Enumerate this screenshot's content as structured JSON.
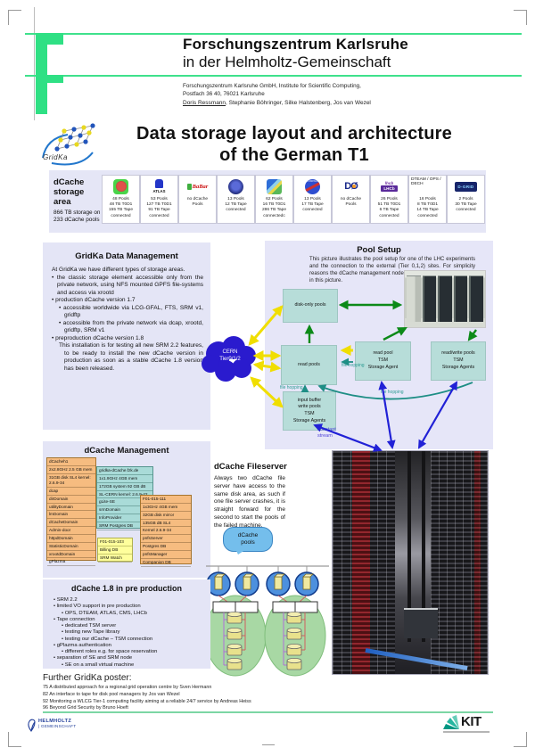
{
  "header": {
    "org_line1": "Forschungszentrum Karlsruhe",
    "org_line2": "in der Helmholtz-Gemeinschaft",
    "address": "Forschungszentrum Karlsruhe GmbH, Institute for Scientific Computing,\nPostfach 36 40, 76021 Karlsruhe",
    "author_underlined": "Doris Ressmann",
    "authors_rest": ", Stephanie Böhringer, Silke Halstenberg, Jos van Wezel"
  },
  "title": {
    "line1": "Data storage layout and architecture",
    "line2": "of the German T1",
    "logo_text": "GridKa"
  },
  "storage_area": {
    "heading": "dCache\nstorage area",
    "subtitle": "866 TB storage on\n233 dCache pools",
    "experiments": [
      {
        "name": "ALICE",
        "stats": "48 Pools\n48 TB T0D1\n155 TB Tape\nconnected"
      },
      {
        "name": "ATLAS",
        "logo_text": "ATLAS",
        "stats": "53 Pools\n127 TB T0D1\n91 TB Tape\nconnected"
      },
      {
        "name": "BaBar",
        "logo_text": "BaBar",
        "stats": "no dCache\nPools"
      },
      {
        "name": "CDF",
        "stats": "13 Pools\n12 TB Tape\nconnected"
      },
      {
        "name": "CMS",
        "stats": "62 Pools\n16 TB T0D1\n286 TB Tape\nconnectedc"
      },
      {
        "name": "COMPASS",
        "logo_text": "COMPASS",
        "stats": "13 Pools\n17 TB Tape\nconnected"
      },
      {
        "name": "D0",
        "logo_text": "DØ",
        "stats": "no dCache\nPools"
      },
      {
        "name": "LHCb",
        "logo_text": "lhcb",
        "logo_text2": "LHCb",
        "stats": "26 Pools\n51 TB T0D1\n6 TB Tape\nconnected"
      },
      {
        "name": "DTEAM / OPS / DECH",
        "logo_text": "DTEAM / OPS /\nDECH",
        "stats": "16 Pools\n8 TB T0D1\n14 TB Tape\nconnected"
      },
      {
        "name": "D-GRID",
        "logo_text": "D-GRID",
        "stats": "2 Pools\n30 TB Tape\nconnected"
      }
    ]
  },
  "data_management": {
    "title": "GridKa Data Management",
    "body": [
      {
        "t": "At GridKa we have different types of storage areas.",
        "i": 0
      },
      {
        "t": "• the classic storage element accessible only from the private network, using NFS mounted GPFS file-systems and access via xrootd",
        "i": 0
      },
      {
        "t": "• production dCache version 1.7",
        "i": 0
      },
      {
        "t": "• accessible worldwide via LCG-GFAL, FTS, SRM v1, gridftp",
        "i": 1
      },
      {
        "t": "• accessible from the private network via dcap, xrootd, gridftp, SRM v1",
        "i": 1
      },
      {
        "t": "• preproduction dCache version 1.8",
        "i": 0
      },
      {
        "t": "This installation is for testing all new SRM 2.2 features, to be ready to install the new dCache version in production as soon as a stable dCache 1.8  version has been released.",
        "i": 1
      }
    ]
  },
  "pool_setup": {
    "title": "Pool Setup",
    "description": "This picture illustrates the pool setup for one of the LHC experiments and the connection to the external (Tier 0,1,2) sites. For simplicity reasons the dCache management nodes and TSM server are missing in this picture.",
    "cloud": "CERN\nTier0/1/2",
    "boxes": {
      "disk_only": "disk-only pools",
      "read_pools": "read pools",
      "read_pool_tsm": "read pool\nTSM\nStorage Agent",
      "read_write": "read/write pools\nTSM\nStorage Agents",
      "input_buffer": "input buffer\nwrite pools\nTSM\nStorage Agents"
    },
    "labels": {
      "file_hopping": "file hopping",
      "constant_stream": "constant\nstream"
    }
  },
  "dcache_management": {
    "title": "dCache Management",
    "node1": {
      "header": "dCacheh1",
      "lines": [
        "2x2.8GHz    2.5 GB mem",
        "31GB disk SL4 kernel:\n2.6.9-34",
        "dcap",
        "dirDomain",
        "utilityDomain",
        "lmDomain",
        "dCacheDomain",
        "Admin-door",
        "httpdDomain",
        "StatisticDomain",
        "xrootdDomain",
        "gPlazma"
      ]
    },
    "node2": {
      "header": "gridka-dCache.fzk.de",
      "lines": [
        "1x1.9GHz    4GB mem",
        "172GB system 92 GB dB",
        "SL-CERN kernel: 2.6.9-42",
        "gLite-SE",
        "srmDomain",
        "InfoProvider",
        "SRM Postgres DB"
      ]
    },
    "node3": {
      "header": "F01-015-103",
      "lines": [
        "Billing DB",
        "SRM Watch"
      ]
    },
    "node4": {
      "header": "F01-015-111",
      "lines": [
        "1x3GHz   4GB mem",
        "32GB disk mirror",
        "135GB dB SL4",
        "Kernel 2.6.9-34",
        "pnfsServer",
        "Postgres DB",
        "pnfsManager",
        "Companion DB"
      ]
    }
  },
  "fileserver": {
    "title": "dCache Fileserver",
    "body": "Always two dCache file server have access to the same disk area, as such if one file server crashes, it is straight forward for the second to start the pools of the failed machine.",
    "bubble": "dCache\npools"
  },
  "preproduction": {
    "title": "dCache 1.8 in pre production",
    "items": [
      {
        "t": "• SRM 2.2",
        "i": 0
      },
      {
        "t": "• limited VO support in pre production",
        "i": 0
      },
      {
        "t": "• OPS, DTEAM, ATLAS, CMS, LHCb",
        "i": 1
      },
      {
        "t": "• Tape connection",
        "i": 0
      },
      {
        "t": "• dedicated  TSM server",
        "i": 1
      },
      {
        "t": "• testing new Tape library",
        "i": 1
      },
      {
        "t": "• testing our dCache – TSM connection",
        "i": 1
      },
      {
        "t": "• gPlazma authentication",
        "i": 0
      },
      {
        "t": "• different roles e.g. for space reservation",
        "i": 1
      },
      {
        "t": "• separation of SE and SRM node",
        "i": 0
      },
      {
        "t": "• SE on a small virtual machine",
        "i": 1
      }
    ]
  },
  "further_posters": {
    "title": "Further GridKa poster:",
    "items": [
      "75 A distributed approach for a regional grid operation centre by Sven Hermann",
      "82 An interface to tape for disk pool managers by Jos van Wezel",
      "92 Monitoring a WLCG Tier-1 computing facility aiming at a reliable 24/7 service by Andreas Heiss",
      "96 Beyond Grid Security by Bruno Hoeft"
    ]
  },
  "footer": {
    "helmholtz_line1": "HELMHOLTZ",
    "helmholtz_line2": "| GEMEINSCHAFT",
    "kit": "KIT"
  },
  "colors": {
    "brand_green": "#2fe084",
    "panel_lavender": "#e4e5f6",
    "pool_box_teal": "#b7ddd9",
    "node_orange": "#f6bc80",
    "node_teal": "#a9dbd8",
    "node_yellow": "#ffff9c",
    "arrow_yellow": "#f0de00",
    "arrow_green": "#0c8a18",
    "arrow_teal": "#1e8e85",
    "arrow_blue": "#2121d6",
    "cern_cloud_blue": "#2a1bce",
    "helmholtz_blue": "#1f3c99",
    "kit_green": "#009682"
  }
}
